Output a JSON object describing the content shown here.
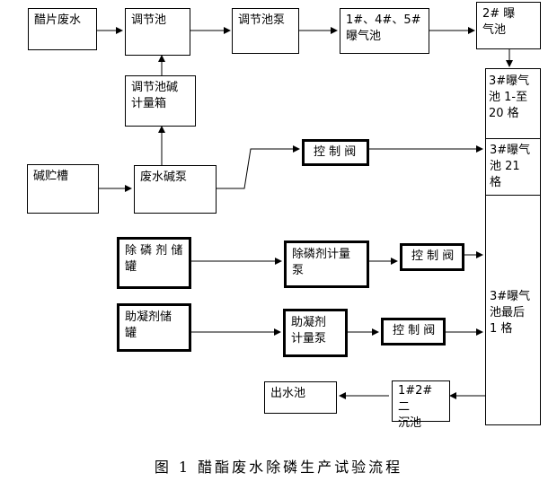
{
  "nodes": {
    "vinegar_wastewater": "醋片废水",
    "regulating_tank": "调节池",
    "regulating_pump": "调节池泵",
    "aeration_145": "1#、4#、5#\n曝气池",
    "aeration_2": "2# 曝\n气池",
    "alkali_meter_tank": "调节池碱\n计量箱",
    "alkali_storage": "碱贮槽",
    "alkali_pump": "废水碱泵",
    "control_valve_1": "控 制 阀",
    "aeration_3_1_20": "3#曝气\n池 1-至\n20 格",
    "aeration_3_21": "3#曝气\n池  21\n格",
    "p_remover_tank": "除 磷 剂 储\n罐",
    "p_remover_pump": "除磷剂计量\n泵",
    "control_valve_2": "控 制 阀",
    "aeration_3_last": "3#曝气\n池最后\n1 格",
    "coagulant_tank": "助凝剂储\n罐",
    "coagulant_pump": "助凝剂\n计量泵",
    "control_valve_3": "控 制 阀",
    "outlet_tank": "出水池",
    "clarifier_12": "1#2# 二\n沉池"
  },
  "caption": "图 1    醋酯废水除磷生产试验流程"
}
